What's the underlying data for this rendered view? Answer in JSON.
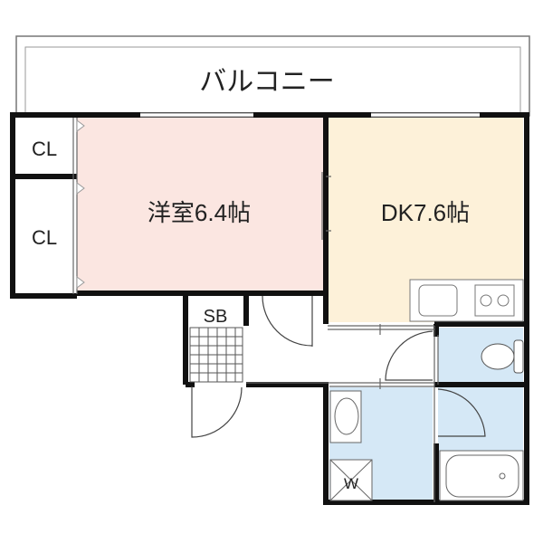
{
  "rooms": {
    "balcony": "バルコニー",
    "closet_1": "CL",
    "closet_2": "CL",
    "western_room": "洋室6.4帖",
    "dining_kitchen": "DK7.6帖",
    "shoe_box": "SB",
    "washer": "W"
  },
  "colors": {
    "western_room": "#fbe6e1",
    "dining_kitchen": "#fdf1d9",
    "wet_area": "#d5e8f6",
    "wall": "#111111"
  }
}
